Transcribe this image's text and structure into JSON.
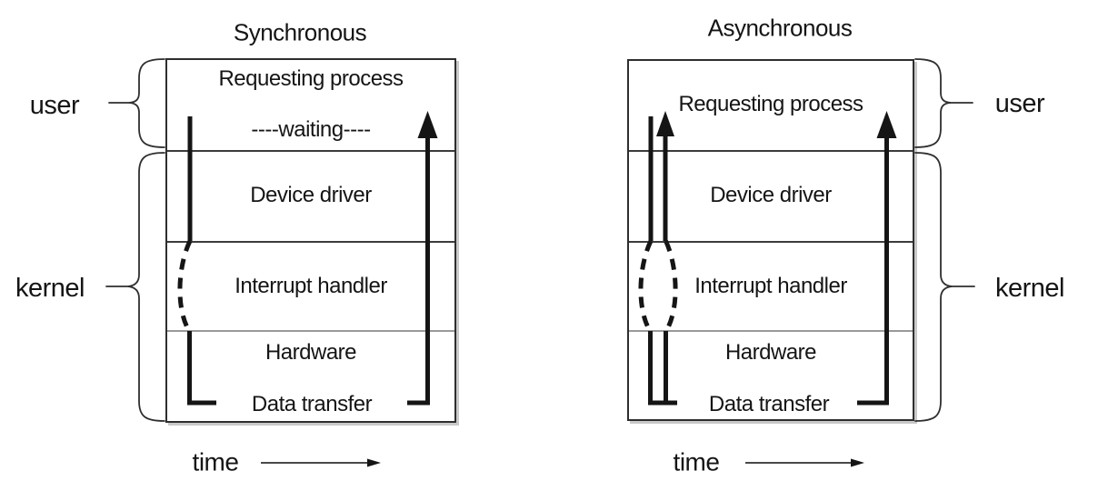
{
  "colors": {
    "ink": "#151515",
    "box_border": "#2e2e2e",
    "divider_dark": "#3c3c3c",
    "divider_gray": "#9a9a9a",
    "shadow": "#c9c9c9",
    "background": "#ffffff"
  },
  "left": {
    "title": "Synchronous",
    "rows": {
      "requesting_process": "Requesting process",
      "waiting": "----waiting----",
      "device_driver": "Device driver",
      "interrupt_handler": "Interrupt handler",
      "hardware": "Hardware",
      "data_transfer": "Data transfer"
    },
    "labels": {
      "user": "user",
      "kernel": "kernel",
      "time": "time"
    }
  },
  "right": {
    "title": "Asynchronous",
    "rows": {
      "requesting_process": "Requesting process",
      "device_driver": "Device driver",
      "interrupt_handler": "Interrupt handler",
      "hardware": "Hardware",
      "data_transfer": "Data transfer"
    },
    "labels": {
      "user": "user",
      "kernel": "kernel",
      "time": "time"
    }
  }
}
